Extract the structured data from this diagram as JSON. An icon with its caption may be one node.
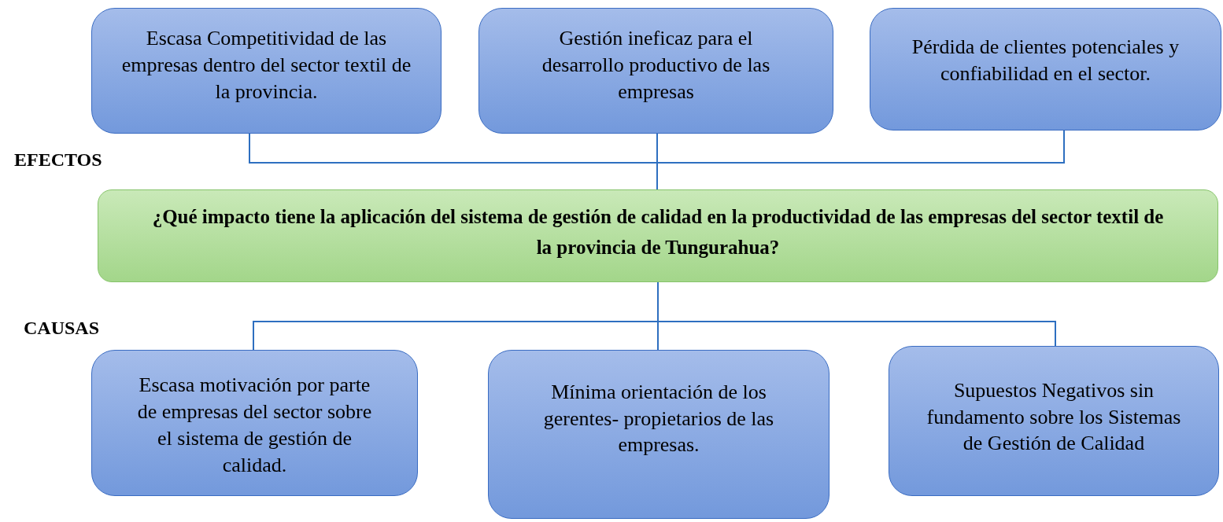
{
  "diagram": {
    "nodes": [
      {
        "text": [
          "Escasa Competitividad de las empresas dentro del sector textil de la provincia."
        ]
      },
      {
        "text": [
          "Gestión ineficaz para el desarrollo productivo de las empresas"
        ]
      },
      {
        "text": [
          "Pérdida de clientes potenciales y confiabilidad en el sector."
        ]
      },
      {
        "text": [
          "¿Qué impacto tiene la aplicación del sistema de gestión de calidad en la productividad de las empresas del sector textil de la provincia de Tungurahua?"
        ]
      },
      {
        "text": [
          "Escasa motivación por parte de empresas del sector sobre el sistema de gestión de calidad."
        ]
      },
      {
        "text": [
          "Mínima orientación de los gerentes- propietarios de las empresas."
        ]
      },
      {
        "text": [
          "Supuestos Negativos sin fundamento sobre los Sistemas de Gestión de Calidad"
        ]
      }
    ],
    "edges": [
      {
        "from": 0,
        "to": 3,
        "arrow": "none"
      },
      {
        "from": 1,
        "to": 3,
        "arrow": "none"
      },
      {
        "from": 2,
        "to": 3,
        "arrow": "none"
      },
      {
        "from": 3,
        "to": 4,
        "arrow": "none"
      },
      {
        "from": 3,
        "to": 5,
        "arrow": "none"
      },
      {
        "from": 3,
        "to": 6,
        "arrow": "none"
      }
    ],
    "labels": [
      "EFECTOS",
      "CAUSAS"
    ]
  }
}
